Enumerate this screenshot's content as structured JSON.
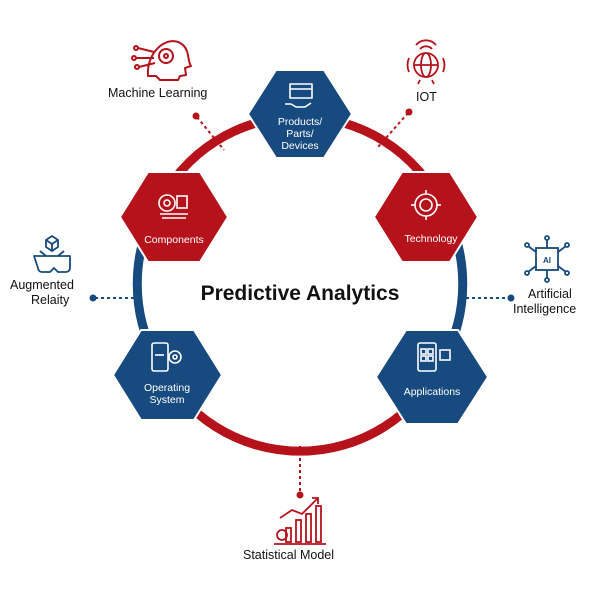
{
  "center_title": "Predictive Analytics",
  "hexagons": [
    {
      "id": "products",
      "label_lines": [
        "Products/",
        "Parts/",
        "Devices"
      ],
      "color": "#174a7e",
      "icon": "box-hand-icon"
    },
    {
      "id": "technology",
      "label_lines": [
        "Technology"
      ],
      "color": "#b5121b",
      "icon": "gear-chip-icon"
    },
    {
      "id": "applications",
      "label_lines": [
        "Applications"
      ],
      "color": "#174a7e",
      "icon": "phone-apps-icon"
    },
    {
      "id": "operating-system",
      "label_lines": [
        "Operating",
        "System"
      ],
      "color": "#174a7e",
      "icon": "phone-gear-icon"
    },
    {
      "id": "components",
      "label_lines": [
        "Components"
      ],
      "color": "#b5121b",
      "icon": "components-icon"
    }
  ],
  "outer_labels": {
    "machine_learning": "Machine Learning",
    "iot": "IOT",
    "artificial_intelligence_1": "Artificial",
    "artificial_intelligence_2": "Intelligence",
    "statistical_model": "Statistical Model",
    "augmented_reality_1": "Augmented",
    "augmented_reality_2": "Relaity"
  },
  "outer_icons": [
    "head-gear-icon",
    "globe-signal-icon",
    "ai-chip-icon",
    "growth-chart-icon",
    "ar-headset-icon"
  ],
  "colors": {
    "red": "#b5121b",
    "blue": "#174a7e",
    "text": "#111111",
    "white": "#ffffff"
  }
}
